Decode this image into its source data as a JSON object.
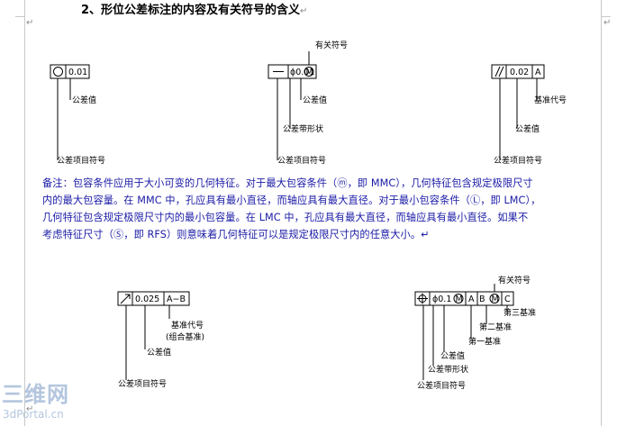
{
  "heading": {
    "text": "2、形位公差标注的内容及有关符号的含义",
    "mark": "↵"
  },
  "paragraph_marks": [
    "↵",
    "↵",
    "↵"
  ],
  "frame1": {
    "tolerance": "0.01",
    "labels": {
      "value": "公差值",
      "item": "公差项目符号"
    }
  },
  "frame2": {
    "tolerance": "ϕ0.01",
    "modifier": "M",
    "labels": {
      "related": "有关符号",
      "value": "公差值",
      "zone": "公差带形状",
      "item": "公差项目符号"
    }
  },
  "frame3": {
    "tolerance": "0.02",
    "datum": "A",
    "labels": {
      "datum": "基准代号",
      "value": "公差值",
      "item": "公差项目符号"
    }
  },
  "note": {
    "lines": [
      "备注：包容条件应用于大小可变的几何特征。对于最大包容条件（ⓜ，即 MMC），几何特征包含规定极限尺寸",
      "内的最大包容量。在 MMC 中，孔应具有最小直径，而轴应具有最大直径。对于最小包容条件（Ⓛ，即 LMC），",
      "几何特征包含规定极限尺寸内的最小包容量。在 LMC 中，孔应具有最大直径，而轴应具有最小直径。如果不",
      "考虑特征尺寸（Ⓢ，即 RFS）则意味着几何特征可以是规定极限尺寸内的任意大小。↵"
    ]
  },
  "frame4": {
    "tolerance": "0.025",
    "datum": "A−B",
    "labels": {
      "datum_line1": "基准代号",
      "datum_line2": "(组合基准)",
      "value": "公差值",
      "item": "公差项目符号"
    }
  },
  "frame5": {
    "tolerance": "ϕ0.1",
    "modifier": "M",
    "datums": [
      "A",
      "B",
      "C"
    ],
    "datum_modifier": "M",
    "labels": {
      "related": "有关符号",
      "third": "第三基准",
      "second": "第二基准",
      "first": "第一基准",
      "value": "公差值",
      "zone": "公差带形状",
      "item": "公差项目符号"
    }
  },
  "watermark": {
    "logo": "三维网",
    "site": "3dPortal.cn"
  }
}
